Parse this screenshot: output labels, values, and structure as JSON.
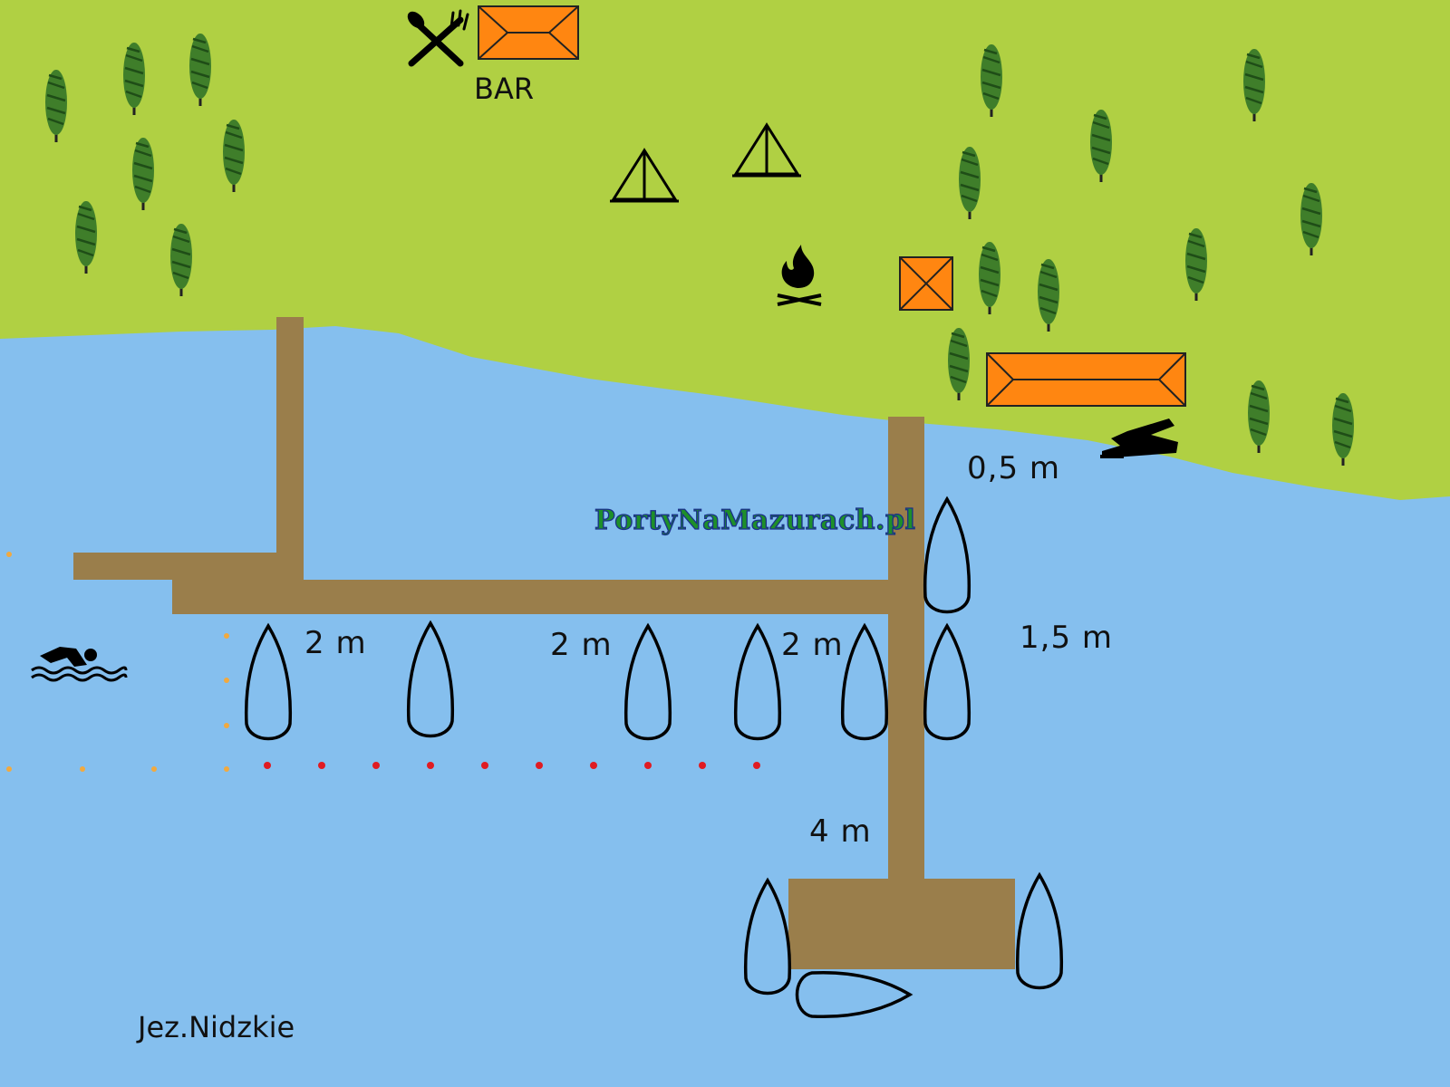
{
  "map": {
    "lake_name": "Jez.Nidzkie",
    "watermark": "PortyNaMazurach.pl",
    "bar_label": "BAR",
    "depths": {
      "shore": "0,5 m",
      "side": "1,5 m",
      "berth_1": "2 m",
      "berth_2": "2 m",
      "berth_3": "2 m",
      "pier_end": "4 m"
    }
  },
  "colors": {
    "land": "#b0d043",
    "water": "#85bfee",
    "pier": "#9a7e4b",
    "building": "#ff8611",
    "tree": "#3f7e2a",
    "buoy_red": "#e01b22",
    "buoy_orange": "#f1a93f"
  },
  "icons": [
    "restaurant-icon",
    "tent-icon",
    "campfire-icon",
    "swimming-icon",
    "boat-ramp-icon",
    "tree-icon",
    "boat-icon",
    "building-icon"
  ]
}
